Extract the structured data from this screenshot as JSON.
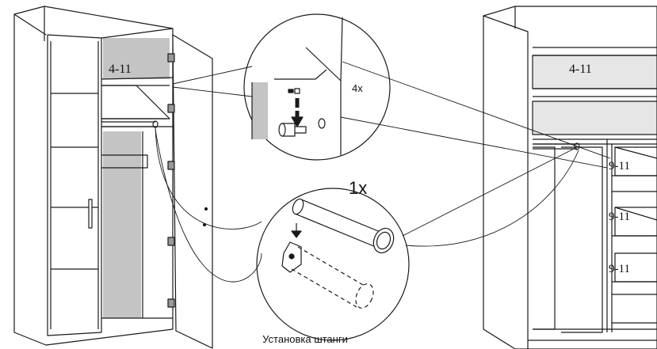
{
  "labels": {
    "shelf_left": "4-11",
    "shelf_right": "4-11",
    "count_pins": "4x",
    "count_rod": "1x",
    "side_1": "9-11",
    "side_2": "9-11",
    "side_3": "9-11"
  },
  "caption": "Установка штанги",
  "colors": {
    "line": "#1a1a1a",
    "panel_gray": "#c4c4c4",
    "panel_light": "#e6e6e6",
    "background": "#ffffff"
  }
}
